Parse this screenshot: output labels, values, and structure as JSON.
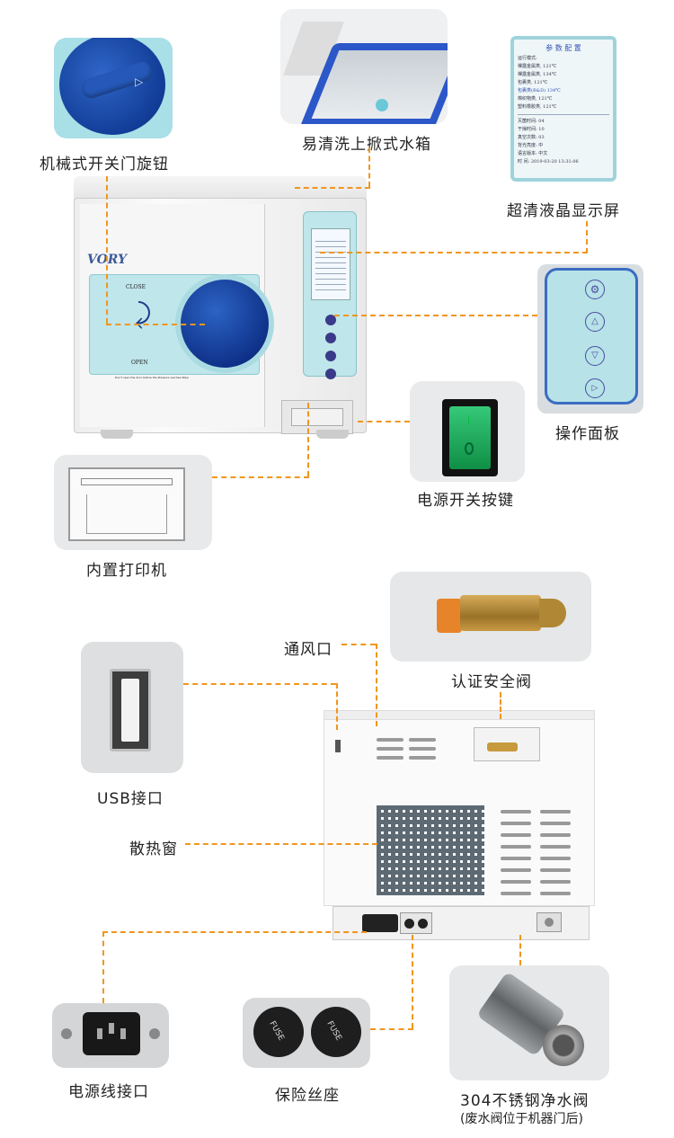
{
  "labels": {
    "door_knob": "机械式开关门旋钮",
    "water_tank": "易清洗上掀式水箱",
    "lcd_screen": "超清液晶显示屏",
    "control_panel": "操作面板",
    "power_switch": "电源开关按键",
    "printer": "内置打印机",
    "vent": "通风口",
    "safety_valve": "认证安全阀",
    "usb": "USB接口",
    "heat_window": "散热窗",
    "power_socket": "电源线接口",
    "fuse": "保险丝座",
    "drain_valve": "304不锈钢净水阀",
    "drain_valve_note": "(废水阀位于机器门后)"
  },
  "machine": {
    "brand": "VORY",
    "close": "CLOSE",
    "open": "OPEN",
    "warning": "Don't open the door before the Pressure reaches 0Kpa"
  },
  "lcd": {
    "title": "参 数 配 置",
    "rows": [
      "运行模式:",
      "裸露金属类,   121℃",
      "裸露金属类,   134℃",
      "包裹类,       121℃",
      "包裹类(B&D)   134℃",
      "棉织物类,     121℃",
      "塑料橡胶类,   121℃"
    ],
    "rows2": [
      "灭菌时间:   04",
      "干燥时间:   10",
      "真空次数:   03",
      "背光亮度:   中",
      "语言版本:   中文",
      "时    间:   2019-03-20  13:31:06"
    ]
  },
  "fuse_text": "FUSE",
  "colors": {
    "accent": "#f0961e",
    "panel_blue": "#bfe6ea",
    "knob_blue": "#1a4aa8",
    "switch_green": "#19a85a"
  },
  "icons": [
    "gear-icon",
    "up-arrow-icon",
    "down-arrow-icon",
    "play-icon"
  ]
}
